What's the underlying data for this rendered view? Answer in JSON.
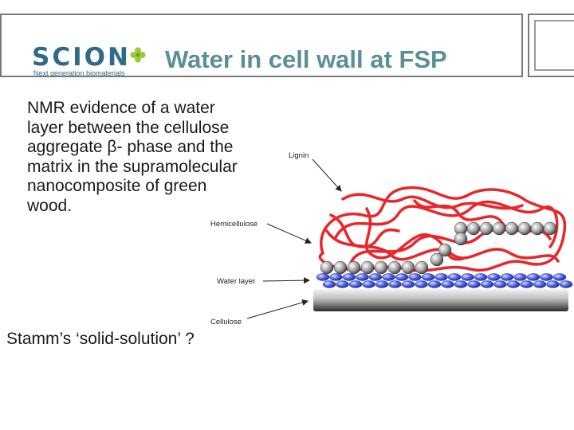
{
  "logo": {
    "wordmark": "SCION",
    "tagline": "Next generation biomaterials",
    "icon": "clover-icon"
  },
  "slide": {
    "title": "Water in cell wall at FSP",
    "body_pre": "NMR evidence of a water layer between the cellulose aggregate ",
    "body_symbol": "β",
    "body_post": "- phase and the matrix in the supramolecular nanocomposite of green wood.",
    "footer": "Stamm’s ‘solid-solution’ ?"
  },
  "diagram": {
    "labels": {
      "lignin": "Lignin",
      "hemicellulose": "Hemicellulose",
      "water_layer": "Water layer",
      "cellulose": "Cellulose"
    }
  },
  "colors": {
    "title": "#5b8f95",
    "logo": "#2f6a86",
    "lignin": "#e8262b",
    "water": "#3b4fd8",
    "cellulose": "#4d4d4d"
  }
}
